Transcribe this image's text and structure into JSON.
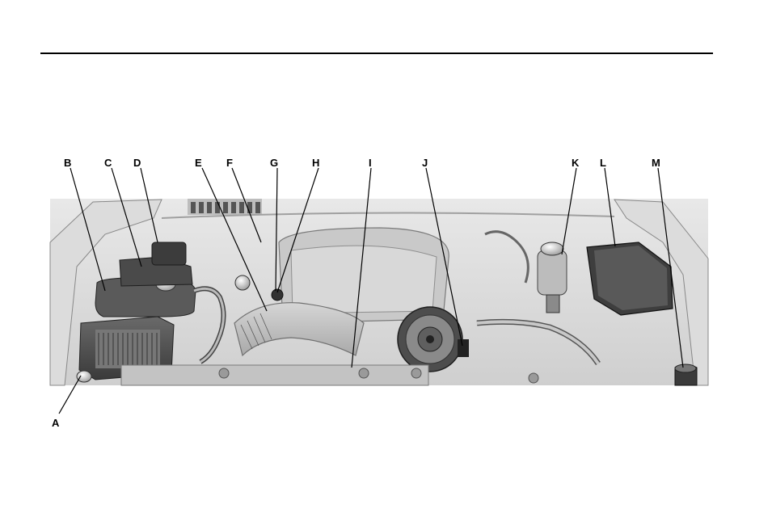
{
  "diagram": {
    "callouts": [
      {
        "key": "A",
        "label": "A"
      },
      {
        "key": "B",
        "label": "B"
      },
      {
        "key": "C",
        "label": "C"
      },
      {
        "key": "D",
        "label": "D"
      },
      {
        "key": "E",
        "label": "E"
      },
      {
        "key": "F",
        "label": "F"
      },
      {
        "key": "G",
        "label": "G"
      },
      {
        "key": "H",
        "label": "H"
      },
      {
        "key": "I",
        "label": "I"
      },
      {
        "key": "J",
        "label": "J"
      },
      {
        "key": "K",
        "label": "K"
      },
      {
        "key": "L",
        "label": "L"
      },
      {
        "key": "M",
        "label": "M"
      }
    ]
  }
}
